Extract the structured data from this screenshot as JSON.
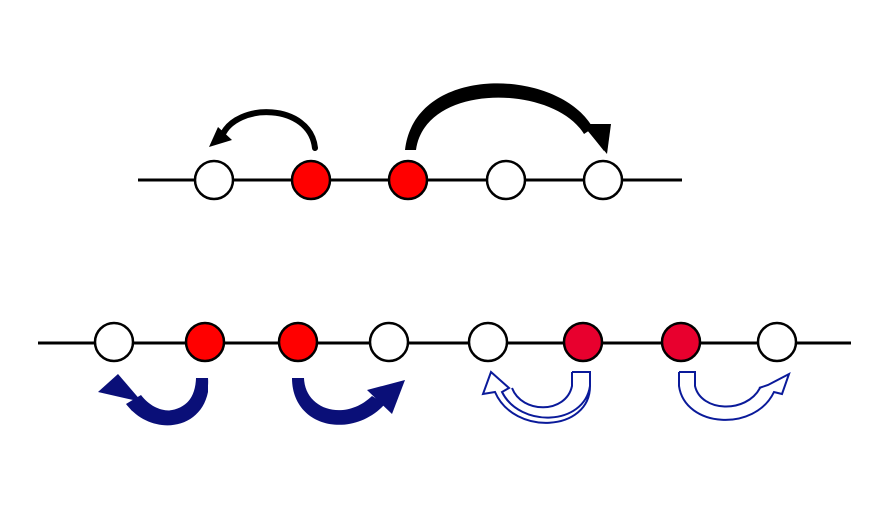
{
  "colors": {
    "background": "#ffffff",
    "line": "#000000",
    "empty_site": "#ffffff",
    "occupied_site": "#ff0000",
    "occupied_site_dark": "#e8002e",
    "black_arrow": "#000000",
    "navy_arrow": "#0a0f78",
    "outline_arrow": "#0a1a9a"
  },
  "top_chain": {
    "sites": [
      {
        "state": "empty"
      },
      {
        "state": "occupied"
      },
      {
        "state": "occupied"
      },
      {
        "state": "empty"
      },
      {
        "state": "empty"
      }
    ],
    "hops": [
      {
        "from_site": 1,
        "to_site": 0,
        "style": "thin-solid",
        "color": "black"
      },
      {
        "from_site": 2,
        "to_site": 4,
        "style": "thick-solid",
        "color": "black"
      }
    ]
  },
  "bottom_chain": {
    "sites": [
      {
        "state": "empty"
      },
      {
        "state": "occupied"
      },
      {
        "state": "occupied"
      },
      {
        "state": "empty"
      },
      {
        "state": "empty"
      },
      {
        "state": "occupied-dark"
      },
      {
        "state": "occupied-dark"
      },
      {
        "state": "empty"
      }
    ],
    "hops": [
      {
        "from_site": 1,
        "to_site": 0,
        "style": "filled",
        "color": "navy"
      },
      {
        "from_site": 2,
        "to_site": 3,
        "style": "filled",
        "color": "navy"
      },
      {
        "from_site": 5,
        "to_site": 4,
        "style": "outline",
        "color": "blue"
      },
      {
        "from_site": 6,
        "to_site": 7,
        "style": "outline",
        "color": "blue"
      }
    ]
  }
}
